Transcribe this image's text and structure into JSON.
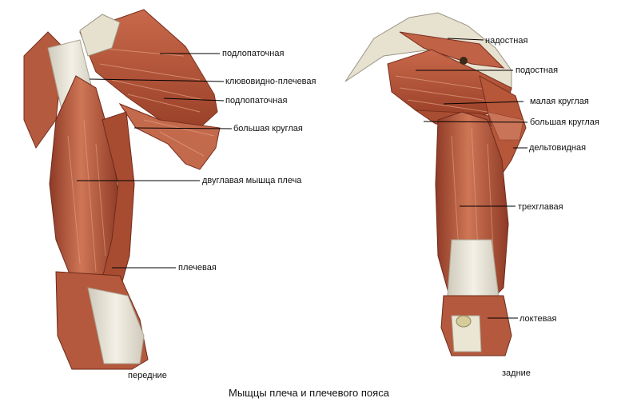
{
  "labels_anterior": [
    "подлопаточная",
    "клювовидно-плечевая",
    "подлопаточная",
    "большая круглая",
    "двуглавая мышца плеча",
    "плечевая"
  ],
  "labels_posterior": [
    "надостная",
    "подостная",
    "малая круглая",
    "большая круглая",
    "дельтовидная",
    "трехглавая",
    "локтевая"
  ],
  "view_anterior": "передние",
  "view_posterior": "задние",
  "figure_title": "Мыщцы плеча и плечевого пояса",
  "colors": {
    "muscle": "#b7563a",
    "muscle_dark": "#8e3a26",
    "muscle_light": "#d98a6a",
    "tendon": "#e8e4d8",
    "bone": "#ece6c8",
    "leader": "#000000"
  }
}
